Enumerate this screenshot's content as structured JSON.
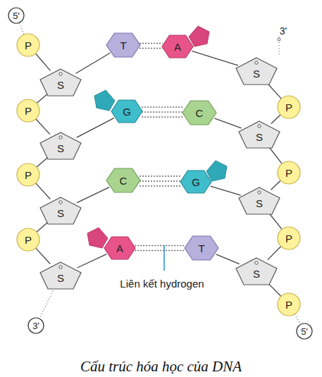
{
  "diagram": {
    "caption": "Cấu trúc hóa học của DNA",
    "nodes": [
      {
        "text": [
          "P"
        ]
      },
      {
        "text": [
          "T"
        ]
      },
      {
        "text": [
          "A"
        ]
      },
      {
        "text": [
          "S"
        ]
      },
      {
        "text": [
          "S"
        ]
      },
      {
        "text": [
          "P"
        ]
      },
      {
        "text": [
          "P"
        ]
      },
      {
        "text": [
          "G"
        ]
      },
      {
        "text": [
          "C"
        ]
      },
      {
        "text": [
          "S"
        ]
      },
      {
        "text": [
          "S"
        ]
      },
      {
        "text": [
          "P"
        ]
      },
      {
        "text": [
          "P"
        ]
      },
      {
        "text": [
          "C"
        ]
      },
      {
        "text": [
          "G"
        ]
      },
      {
        "text": [
          "S"
        ]
      },
      {
        "text": [
          "S"
        ]
      },
      {
        "text": [
          "P"
        ]
      },
      {
        "text": [
          "P"
        ]
      },
      {
        "text": [
          "A"
        ]
      },
      {
        "text": [
          "T"
        ]
      },
      {
        "text": [
          "S"
        ]
      },
      {
        "text": [
          "S"
        ]
      },
      {
        "text": [
          "P"
        ]
      },
      {
        "text": [
          "5'"
        ]
      },
      {
        "text": [
          "3'"
        ]
      },
      {
        "text": [
          "5'"
        ]
      }
    ],
    "edges": [
      {
        "from": 24,
        "to": 0,
        "arrow": "none"
      },
      {
        "from": 0,
        "to": 4,
        "arrow": "none"
      },
      {
        "from": 4,
        "to": 6,
        "arrow": "none"
      },
      {
        "from": 6,
        "to": 10,
        "arrow": "none"
      },
      {
        "from": 10,
        "to": 12,
        "arrow": "none"
      },
      {
        "from": 12,
        "to": 16,
        "arrow": "none"
      },
      {
        "from": 16,
        "to": 18,
        "arrow": "none"
      },
      {
        "from": 18,
        "to": 22,
        "arrow": "none"
      },
      {
        "from": 22,
        "to": 25,
        "arrow": "none"
      },
      {
        "from": 3,
        "to": 5,
        "arrow": "none"
      },
      {
        "from": 5,
        "to": 9,
        "arrow": "none"
      },
      {
        "from": 9,
        "to": 11,
        "arrow": "none"
      },
      {
        "from": 11,
        "to": 15,
        "arrow": "none"
      },
      {
        "from": 15,
        "to": 17,
        "arrow": "none"
      },
      {
        "from": 17,
        "to": 21,
        "arrow": "none"
      },
      {
        "from": 21,
        "to": 23,
        "arrow": "none"
      },
      {
        "from": 23,
        "to": 26,
        "arrow": "none"
      },
      {
        "from": 4,
        "to": 1,
        "arrow": "none"
      },
      {
        "from": 10,
        "to": 7,
        "arrow": "none"
      },
      {
        "from": 16,
        "to": 13,
        "arrow": "none"
      },
      {
        "from": 22,
        "to": 19,
        "arrow": "none"
      },
      {
        "from": 3,
        "to": 2,
        "arrow": "none"
      },
      {
        "from": 9,
        "to": 8,
        "arrow": "none"
      },
      {
        "from": 15,
        "to": 14,
        "arrow": "none"
      },
      {
        "from": 21,
        "to": 20,
        "arrow": "none"
      },
      {
        "from": 1,
        "to": 2,
        "arrow": "none"
      },
      {
        "from": 7,
        "to": 8,
        "arrow": "none"
      },
      {
        "from": 13,
        "to": 14,
        "arrow": "none"
      },
      {
        "from": 19,
        "to": 20,
        "arrow": "none"
      }
    ],
    "labels": [
      "3'",
      "Liên kết hydrogen"
    ]
  }
}
